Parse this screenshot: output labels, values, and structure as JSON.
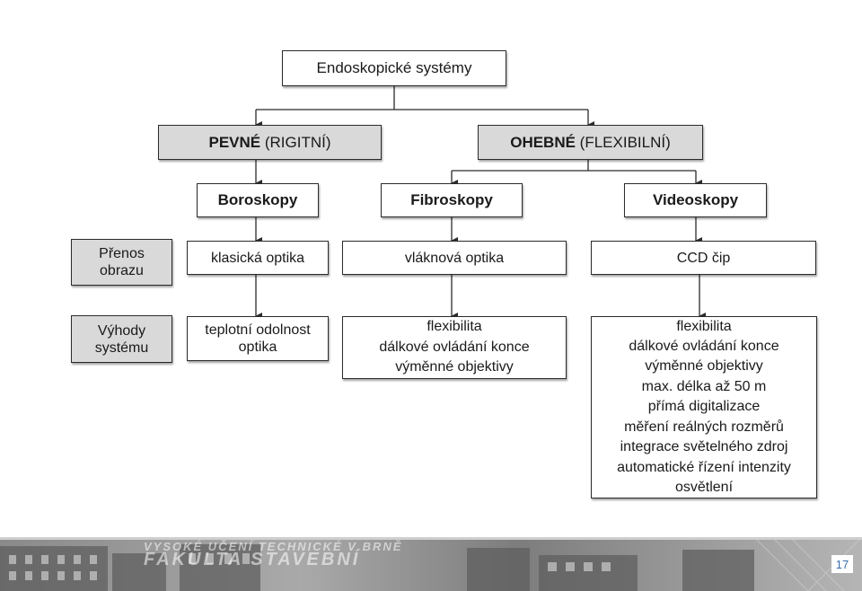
{
  "root": {
    "label": "Endoskopické systémy"
  },
  "branches": {
    "rigid": {
      "bold": "PEVNÉ",
      "rest": " (RIGITNÍ)"
    },
    "flexible": {
      "bold": "OHEBNÉ",
      "rest": " (FLEXIBILNÍ)"
    }
  },
  "types": {
    "boroscopes": "Boroskopy",
    "fibroscopes": "Fibroskopy",
    "videoscopes": "Videoskopy"
  },
  "row_labels": {
    "transfer": [
      "Přenos",
      "obrazu"
    ],
    "advantages": [
      "Výhody",
      "systému"
    ]
  },
  "transfer": {
    "boroscopes": "klasická optika",
    "fibroscopes": "vláknová optika",
    "videoscopes": "CCD čip"
  },
  "advantages": {
    "boroscopes": [
      "teplotní odolnost",
      "optika"
    ],
    "fibroscopes": [
      "flexibilita",
      "dálkové ovládání konce",
      "výměnné objektivy"
    ],
    "videoscopes": [
      "flexibilita",
      "dálkové ovládání konce",
      "výměnné objektivy",
      "max. délka až 50 m",
      "přímá digitalizace",
      "měření reálných rozměrů",
      "integrace světelného zdroj",
      "automatické řízení intenzity",
      "osvětlení"
    ]
  },
  "footer": {
    "banner_line1": "VYSOKÉ UČENÍ TECHNICKÉ V BRNĚ",
    "banner_line2": "FAKULTA STAVEBNÍ",
    "page_number": "17"
  },
  "colors": {
    "border": "#2b2b2b",
    "grey_fill": "#d9d9d9",
    "page_number": "#3a6fb0"
  }
}
